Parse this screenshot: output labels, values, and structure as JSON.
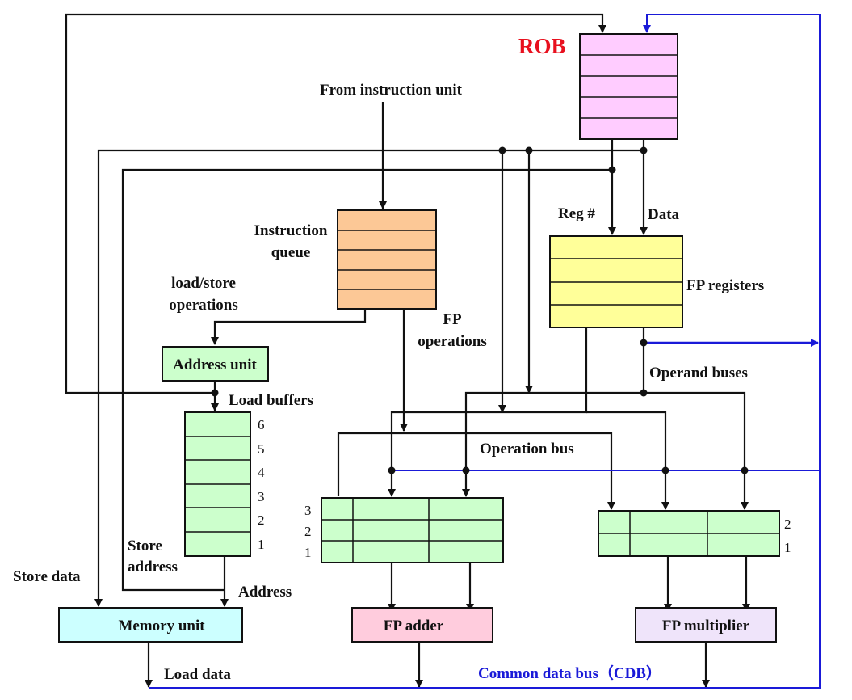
{
  "colors": {
    "black_wire": "#111111",
    "cdb_wire": "#1a1ad8",
    "rob_fill": "#ffccff",
    "queue_fill": "#fcc896",
    "register_fill": "#ffff99",
    "buffer_fill": "#ccffcc",
    "memory_fill": "#ccffff",
    "adder_fill": "#ffccdd",
    "multiplier_fill": "#efe4fa",
    "rob_label": "#e8101e"
  },
  "labels": {
    "rob": "ROB",
    "from_instruction_unit": "From instruction unit",
    "instruction_queue_line1": "Instruction",
    "instruction_queue_line2": "queue",
    "load_store_line1": "load/store",
    "load_store_line2": "operations",
    "fp_operations_line1": "FP",
    "fp_operations_line2": "operations",
    "reg_num": "Reg #",
    "data": "Data",
    "fp_registers": "FP registers",
    "address_unit": "Address unit",
    "load_buffers": "Load buffers",
    "operand_buses": "Operand buses",
    "operation_bus": "Operation bus",
    "store_line1": "Store",
    "store_line2": "address",
    "store_data": "Store data",
    "address": "Address",
    "memory_unit": "Memory unit",
    "fp_adder": "FP adder",
    "fp_multiplier": "FP multiplier",
    "load_data": "Load data",
    "cdb": "Common data bus（CDB）"
  },
  "load_buffer_numbers": [
    "6",
    "5",
    "4",
    "3",
    "2",
    "1"
  ],
  "adder_station_numbers": [
    "3",
    "2",
    "1"
  ],
  "multiplier_station_numbers": [
    "2",
    "1"
  ]
}
